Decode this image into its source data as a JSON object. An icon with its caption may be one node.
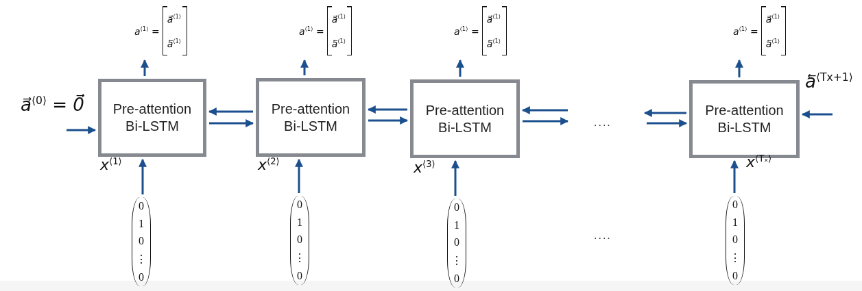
{
  "diagram": {
    "nodes": [
      {
        "text": [
          "Pre-attention Bi-LSTM"
        ]
      },
      {
        "text": [
          "Pre-attention Bi-LSTM"
        ]
      },
      {
        "text": [
          "Pre-attention Bi-LSTM"
        ]
      },
      {
        "text": [
          "Pre-attention Bi-LSTM"
        ]
      },
      {
        "text": [
          "a$^{⟨1⟩}$ =",
          "a⃗$^{⟨1⟩}$",
          "a⃖$^{⟨1⟩}$"
        ]
      },
      {
        "text": [
          "a$^{⟨1⟩}$ =",
          "a⃗$^{⟨1⟩}$",
          "a⃖$^{⟨1⟩}$"
        ]
      },
      {
        "text": [
          "a$^{⟨1⟩}$ =",
          "a⃗$^{⟨1⟩}$",
          "a⃖$^{⟨1⟩}$"
        ]
      },
      {
        "text": [
          "a$^{⟨1⟩}$ =",
          "a⃗$^{⟨1⟩}$",
          "a⃖$^{⟨1⟩}$"
        ]
      },
      {
        "text": [
          "0",
          "1",
          "0",
          "⋮",
          "0"
        ]
      },
      {
        "text": [
          "0",
          "1",
          "0",
          "⋮",
          "0"
        ]
      },
      {
        "text": [
          "0",
          "1",
          "0",
          "⋮",
          "0"
        ]
      },
      {
        "text": [
          "0",
          "1",
          "0",
          "⋮",
          "0"
        ]
      }
    ],
    "edges": [
      {
        "from": 0,
        "to": 4,
        "arrow": "to"
      },
      {
        "from": 1,
        "to": 5,
        "arrow": "to"
      },
      {
        "from": 2,
        "to": 6,
        "arrow": "to"
      },
      {
        "from": 3,
        "to": 7,
        "arrow": "to"
      },
      {
        "from": 8,
        "to": 0,
        "arrow": "to",
        "label": "x$^{⟨1⟩}$"
      },
      {
        "from": 9,
        "to": 1,
        "arrow": "to",
        "label": "x$^{⟨2⟩}$"
      },
      {
        "from": 10,
        "to": 2,
        "arrow": "to",
        "label": "x$^{⟨3⟩}$"
      },
      {
        "from": 11,
        "to": 3,
        "arrow": "to",
        "label": "x$^{⟨Tₓ⟩}$"
      },
      {
        "from": null,
        "to": 0,
        "arrow": "to",
        "label": "a⃗$^{⟨0⟩}$ = 0⃗"
      },
      {
        "from": 1,
        "to": 0,
        "arrow": "to"
      },
      {
        "from": 0,
        "to": 1,
        "arrow": "to"
      },
      {
        "from": 2,
        "to": 1,
        "arrow": "to"
      },
      {
        "from": 1,
        "to": 2,
        "arrow": "to"
      },
      {
        "from": null,
        "to": 2,
        "arrow": "to"
      },
      {
        "from": 2,
        "to": null,
        "arrow": "to"
      },
      {
        "from": 3,
        "to": null,
        "arrow": "to"
      },
      {
        "from": null,
        "to": 3,
        "arrow": "to"
      },
      {
        "from": null,
        "to": 3,
        "arrow": "to",
        "label": "a⃖$^{⟨Tx+1⟩}$"
      }
    ],
    "labels": [
      "....",
      "...."
    ]
  }
}
